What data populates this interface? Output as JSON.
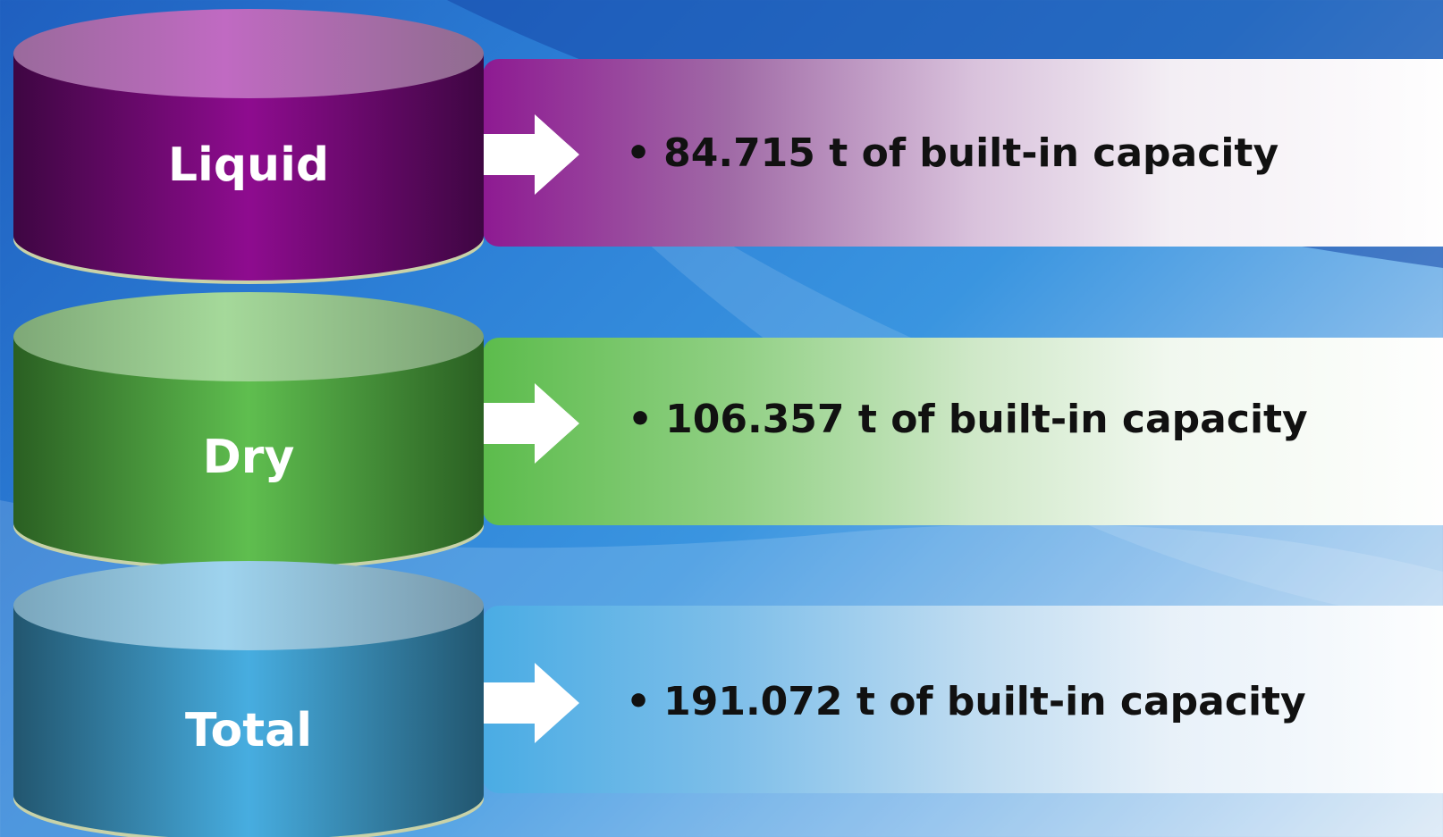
{
  "rows": [
    {
      "label": "Liquid",
      "value_text": "84.715 t of built-in capacity",
      "colors": {
        "dark": "#5a0a5e",
        "mid": "#8e0c8f",
        "top1": "#c06ac2",
        "top2": "#9a6a9c",
        "panel": "#8e1a92"
      }
    },
    {
      "label": "Dry",
      "value_text": "106.357 t of built-in capacity",
      "colors": {
        "dark": "#2f6a26",
        "mid": "#5fbe4f",
        "top1": "#a5d99a",
        "top2": "#7ea877",
        "panel": "#5cbc4c"
      }
    },
    {
      "label": "Total",
      "value_text": "191.072 t of built-in capacity",
      "colors": {
        "dark": "#245a75",
        "mid": "#47ade0",
        "top1": "#9ed3ee",
        "top2": "#7aa6bc",
        "panel": "#4aace4"
      }
    }
  ],
  "bullet": "•",
  "icons": {
    "arrow": "right-arrow-icon"
  }
}
